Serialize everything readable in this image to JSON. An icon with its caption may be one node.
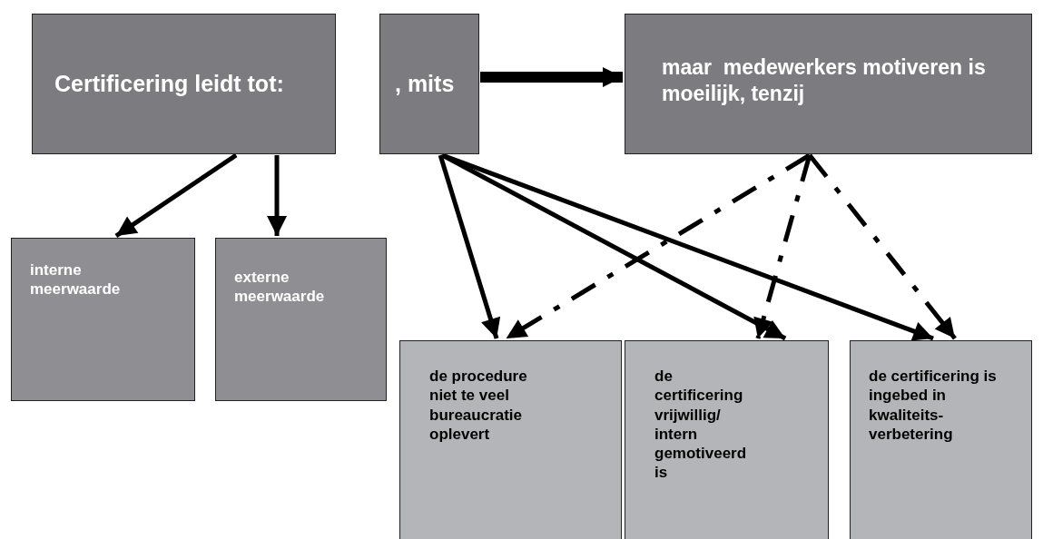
{
  "diagram": {
    "nodes": [
      {
        "text": [
          "Certificering leidt tot:"
        ]
      },
      {
        "text": [
          ", mits"
        ]
      },
      {
        "text": [
          "maar  medewerkers motiveren is moeilijk, tenzij"
        ]
      },
      {
        "text": [
          "interne meerwaarde"
        ]
      },
      {
        "text": [
          "externe meerwaarde"
        ]
      },
      {
        "text": [
          "de procedure niet te veel bureaucratie oplevert"
        ]
      },
      {
        "text": [
          "de certificering vrijwillig/ intern gemotiveerd is"
        ]
      },
      {
        "text": [
          "de certificering is ingebed in kwaliteits-verbetering"
        ]
      }
    ],
    "edges": [
      {
        "from": 0,
        "to": 3,
        "arrow": "to"
      },
      {
        "from": 0,
        "to": 4,
        "arrow": "to"
      },
      {
        "from": 1,
        "to": 2,
        "arrow": "to",
        "style": "thick"
      },
      {
        "from": 1,
        "to": 5,
        "arrow": "to"
      },
      {
        "from": 1,
        "to": 6,
        "arrow": "to"
      },
      {
        "from": 1,
        "to": 7,
        "arrow": "to"
      },
      {
        "from": 2,
        "to": 5,
        "arrow": "to",
        "style": "dashed"
      },
      {
        "from": 2,
        "to": 6,
        "arrow": "to",
        "style": "dashed"
      },
      {
        "from": 2,
        "to": 7,
        "arrow": "to",
        "style": "dashed"
      }
    ]
  }
}
